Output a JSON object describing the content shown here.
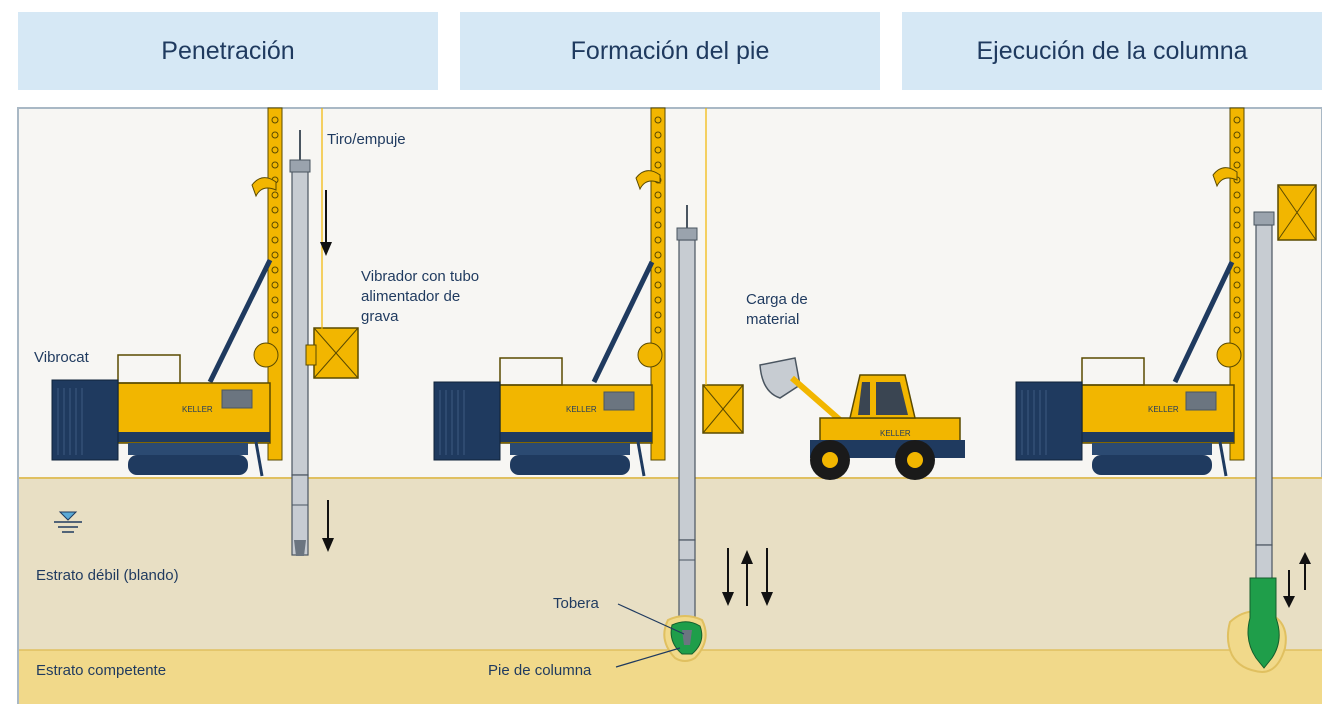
{
  "headers": [
    "Penetración",
    "Formación del pie",
    "Ejecución de la columna"
  ],
  "labels": {
    "tiro": "Tiro/empuje",
    "vibrador_1": "Vibrador con tubo",
    "vibrador_2": "alimentador de",
    "vibrador_3": "grava",
    "carga_1": "Carga de",
    "carga_2": "material",
    "vibrocat": "Vibrocat",
    "estrato_debil": "Estrato débil (blando)",
    "estrato_competente": "Estrato competente",
    "tobera": "Tobera",
    "pie": "Pie de columna"
  },
  "colors": {
    "header_bg": "#d6e8f5",
    "text": "#1f3a5f",
    "soft_soil": "#e8dfc4",
    "competent_soil": "#f1d98a",
    "ground_line": "#e0c060",
    "machine_yellow": "#f2b600",
    "machine_blue": "#1f3a5f",
    "column_green": "#1f9e4a"
  },
  "icons": [
    "water-table-icon",
    "down-arrow-icon",
    "up-arrow-icon"
  ]
}
